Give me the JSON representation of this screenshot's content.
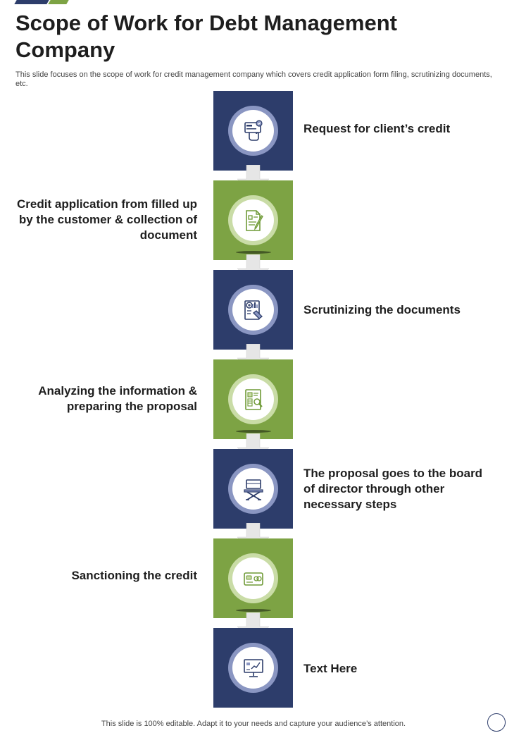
{
  "slide": {
    "title": "Scope of Work for Debt Management Company",
    "subtitle": "This slide focuses on the scope of work for credit management company which covers credit application form filing, scrutinizing documents, etc.",
    "footer": "This slide is 100% editable. Adapt it to your needs and capture your audience’s attention."
  },
  "colors": {
    "navy": "#2d3d6b",
    "green": "#7da344",
    "arrow": "#e6e6e6"
  },
  "steps": [
    {
      "label": "Request for client’s credit",
      "icon": "credit-card-hand-icon",
      "color": "navy",
      "side": "right"
    },
    {
      "label": "Credit  application from filled up by the customer & collection of document",
      "icon": "document-pen-icon",
      "color": "green",
      "side": "left"
    },
    {
      "label": "Scrutinizing the documents",
      "icon": "document-magnifier-icon",
      "color": "navy",
      "side": "right"
    },
    {
      "label": "Analyzing the information & preparing the proposal",
      "icon": "report-magnifier-icon",
      "color": "green",
      "side": "left"
    },
    {
      "label": "The proposal goes to the board of director through other necessary steps",
      "icon": "director-chair-icon",
      "color": "navy",
      "side": "right"
    },
    {
      "label": "Sanctioning the credit",
      "icon": "credit-card-icon",
      "color": "green",
      "side": "left"
    },
    {
      "label": "Text Here",
      "icon": "monitor-chart-icon",
      "color": "navy",
      "side": "right"
    }
  ]
}
